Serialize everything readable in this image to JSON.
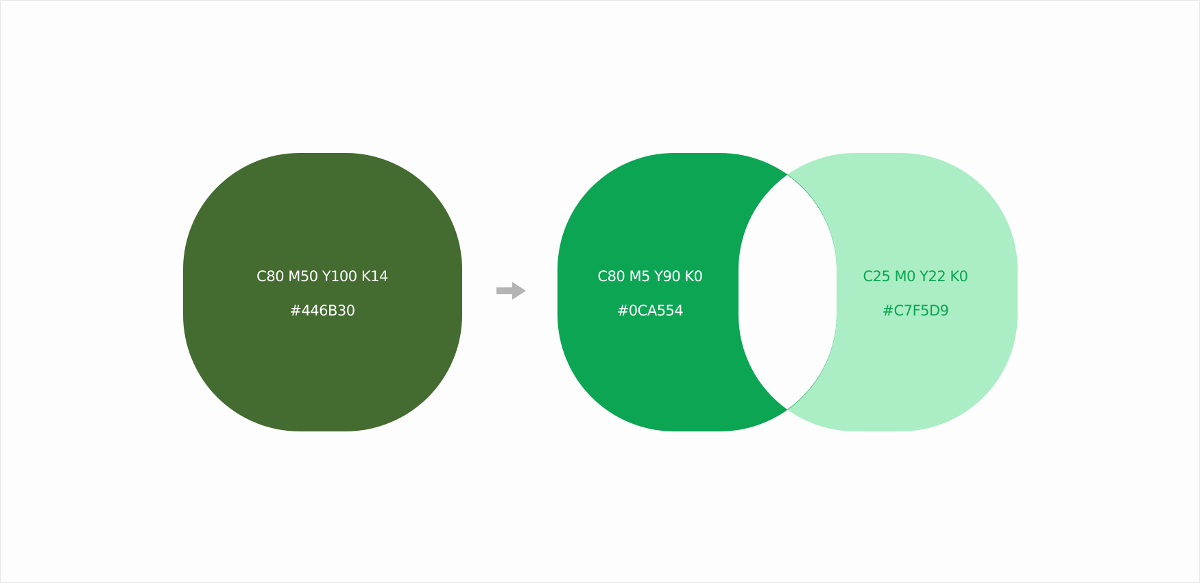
{
  "swatches": {
    "original": {
      "cmyk": "C80 M50 Y100 K14",
      "hex": "#446B30",
      "fill": "#446b30",
      "text_color": "#ffffff"
    },
    "primary": {
      "cmyk": "C80 M5 Y90 K0",
      "hex": "#0CA554",
      "fill": "#0ca554",
      "text_color": "#ffffff"
    },
    "light": {
      "cmyk": "C25 M0 Y22 K0",
      "hex": "#C7F5D9",
      "fill": "#abeec5",
      "text_color": "#0ca554"
    }
  },
  "arrow": {
    "icon": "arrow-right-icon",
    "color": "#b4b4b4"
  },
  "page": {
    "background": "#fdfdfd"
  }
}
